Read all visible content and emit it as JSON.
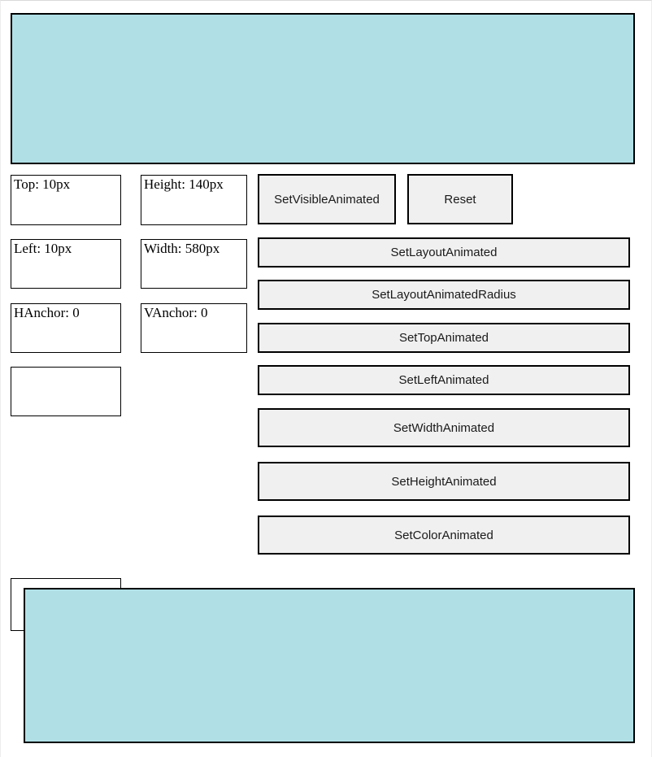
{
  "colors": {
    "panel_fill": "#b0e0e6",
    "panel_border": "#000000",
    "button_fill": "#f0f0f0",
    "button_border": "#000000"
  },
  "info_boxes": [
    {
      "label": "Top: 10px"
    },
    {
      "label": "Height: 140px"
    },
    {
      "label": "Left: 10px"
    },
    {
      "label": "Width: 580px"
    },
    {
      "label": "HAnchor: 0"
    },
    {
      "label": "VAnchor: 0"
    },
    {
      "label": ""
    }
  ],
  "buttons": [
    {
      "label": "SetVisibleAnimated"
    },
    {
      "label": "Reset"
    },
    {
      "label": "SetLayoutAnimated"
    },
    {
      "label": "SetLayoutAnimatedRadius"
    },
    {
      "label": "SetTopAnimated"
    },
    {
      "label": "SetLeftAnimated"
    },
    {
      "label": "SetWidthAnimated"
    },
    {
      "label": "SetHeightAnimated"
    },
    {
      "label": "SetColorAnimated"
    }
  ]
}
